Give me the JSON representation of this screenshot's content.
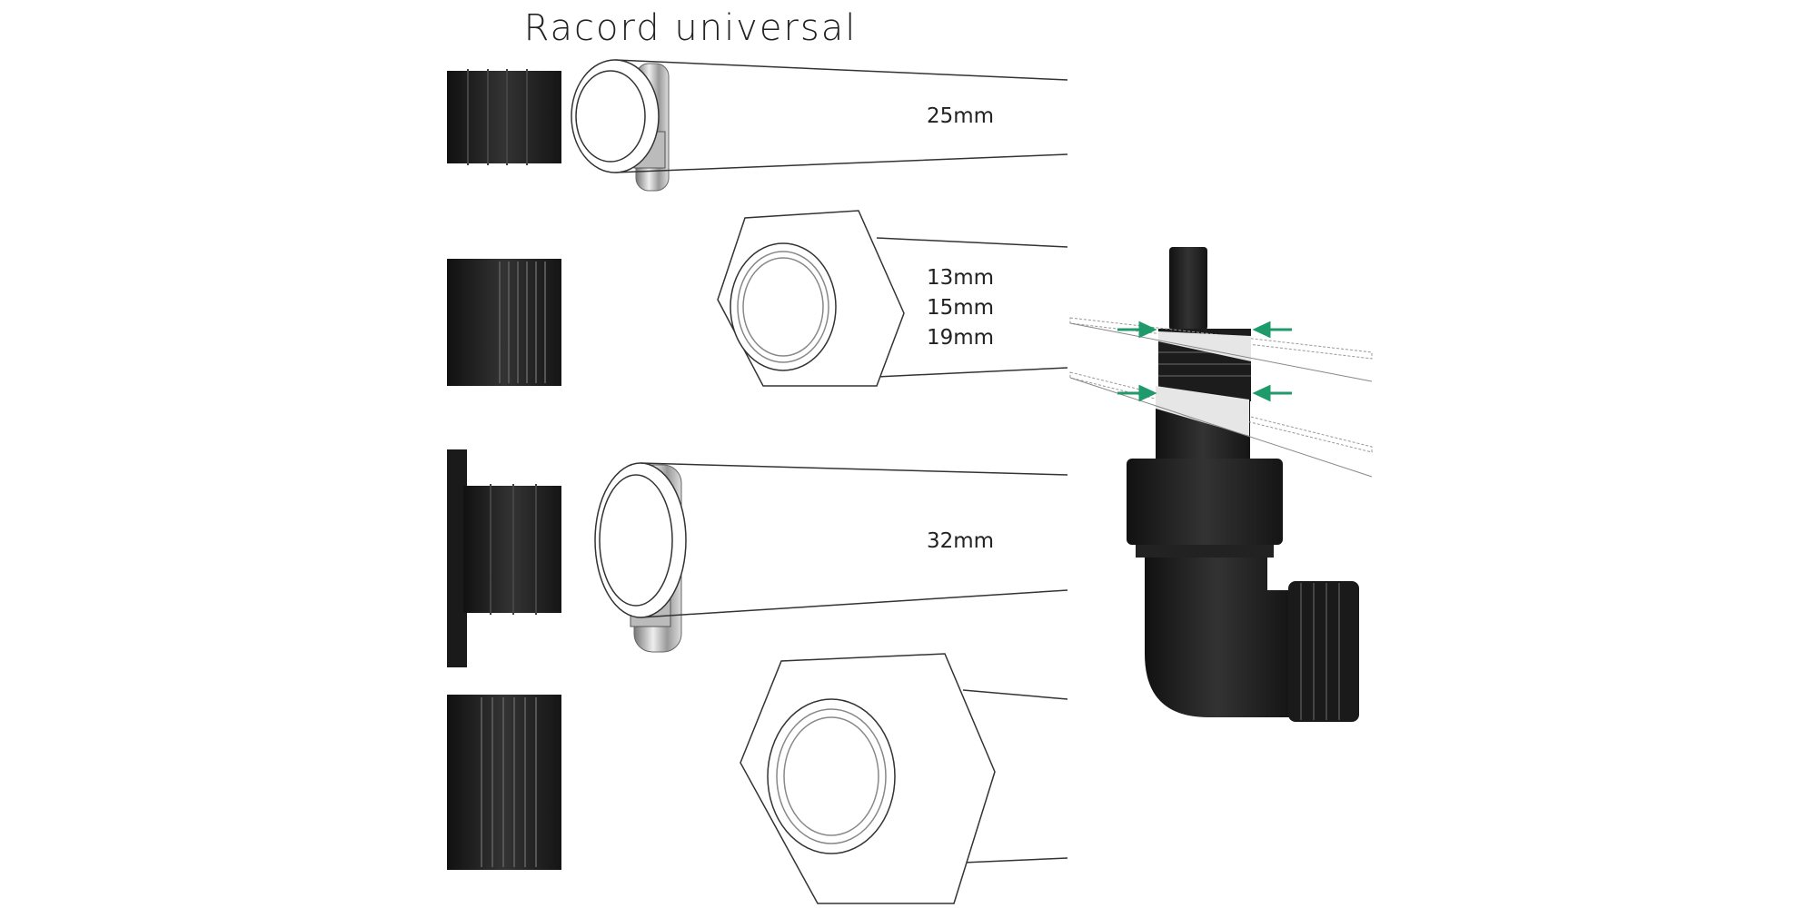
{
  "title": "Racord universal",
  "labels": {
    "row1": "25mm",
    "row2": [
      "13mm",
      "15mm",
      "19mm"
    ],
    "row3": "32mm"
  },
  "colors": {
    "part": "#1f1f1f",
    "arrow": "#1e9a6b",
    "line": "#333333",
    "tape": "#e6e6e6"
  }
}
